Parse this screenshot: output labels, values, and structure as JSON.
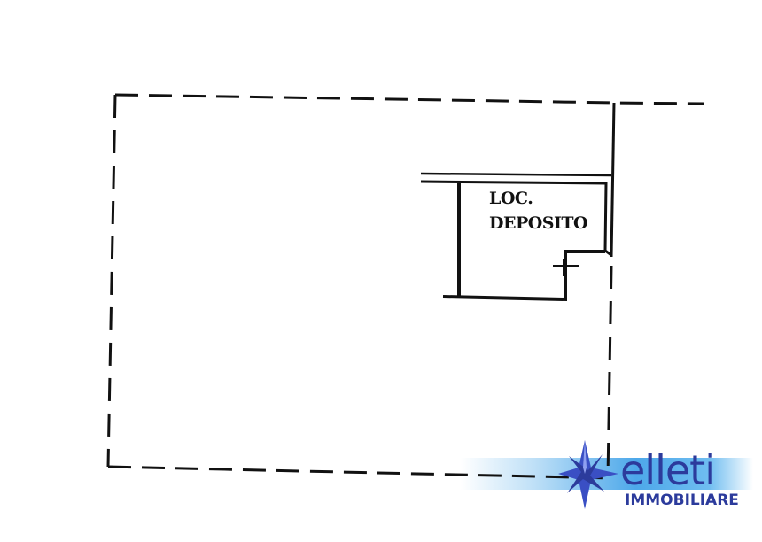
{
  "room": {
    "line1": "LOC.",
    "line2": "DEPOSITO"
  },
  "logo": {
    "name": "elleti",
    "subtitle": "IMMOBILIARE",
    "color": "#2c3b9c"
  }
}
